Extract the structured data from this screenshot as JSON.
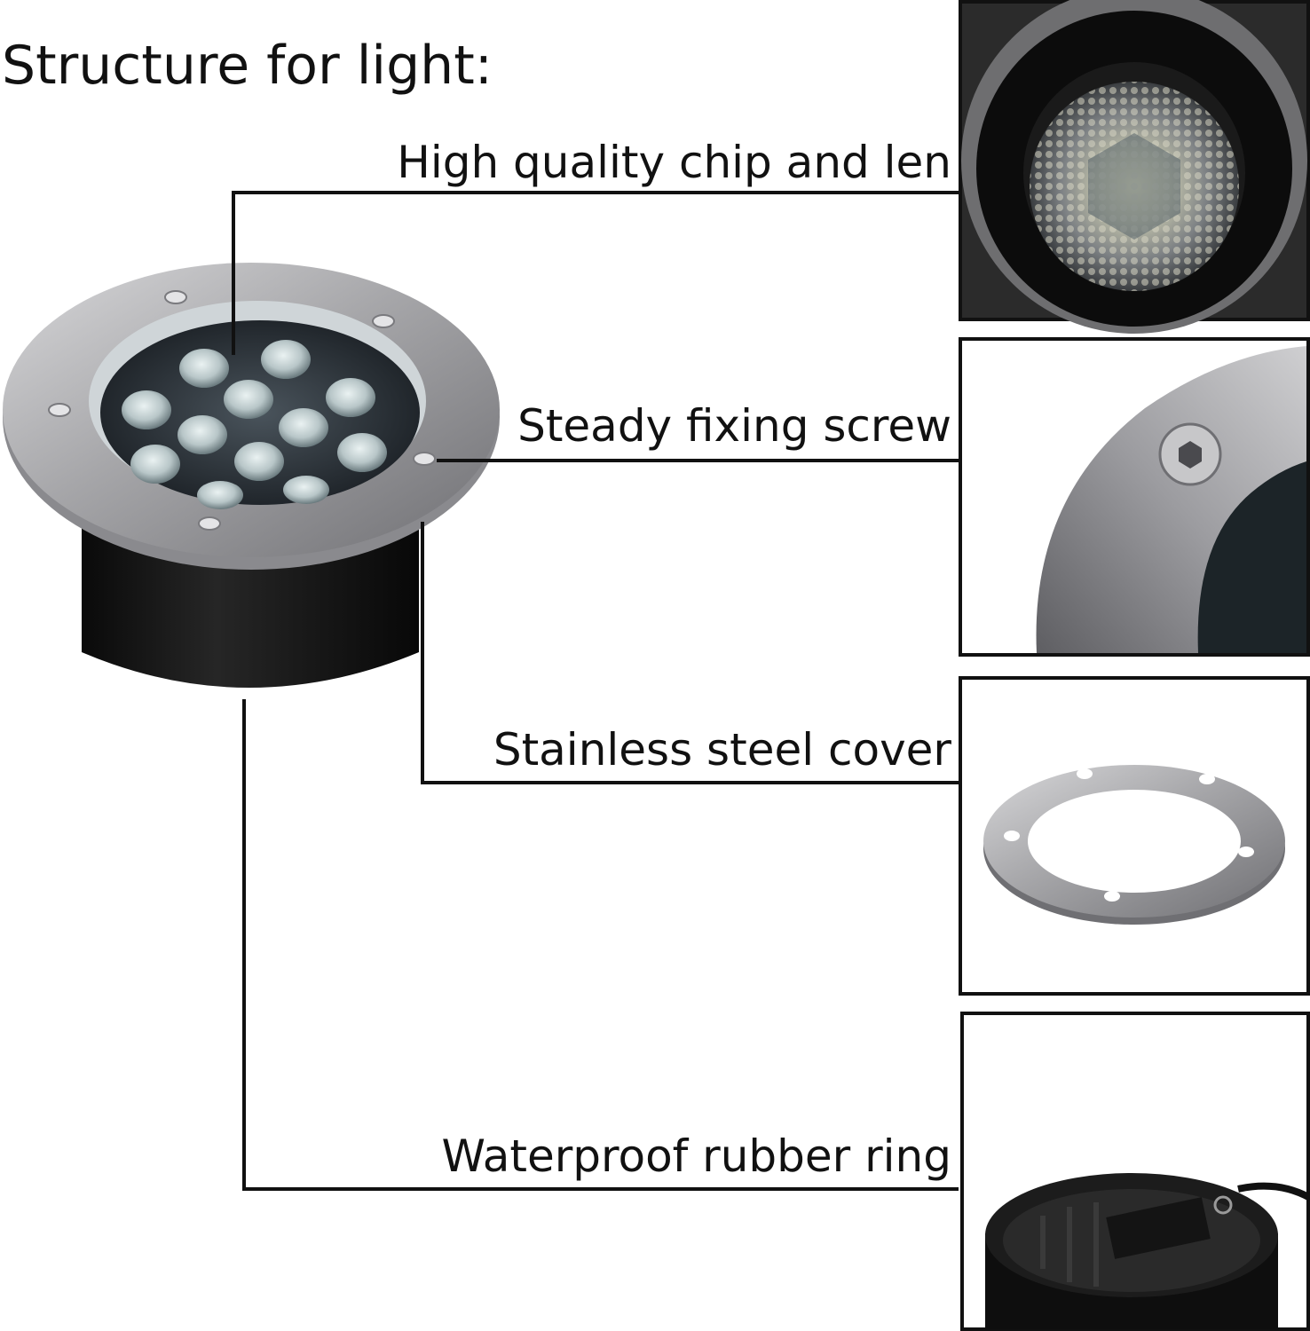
{
  "title": "Structure for light:",
  "callouts": [
    {
      "id": "chip",
      "label": "High quality chip and len",
      "detail_icon": "led-lens-closeup"
    },
    {
      "id": "screw",
      "label": "Steady fixing screw",
      "detail_icon": "hex-screw-closeup"
    },
    {
      "id": "cover",
      "label": "Stainless steel cover",
      "detail_icon": "steel-ring-plate"
    },
    {
      "id": "ring",
      "label": "Waterproof rubber ring",
      "detail_icon": "rubber-housing-closeup"
    }
  ],
  "colors": {
    "steel": "#a9a9ab",
    "steel_dark": "#6e6e72",
    "housing": "#141414",
    "leader": "#111111",
    "frame": "#111111"
  }
}
